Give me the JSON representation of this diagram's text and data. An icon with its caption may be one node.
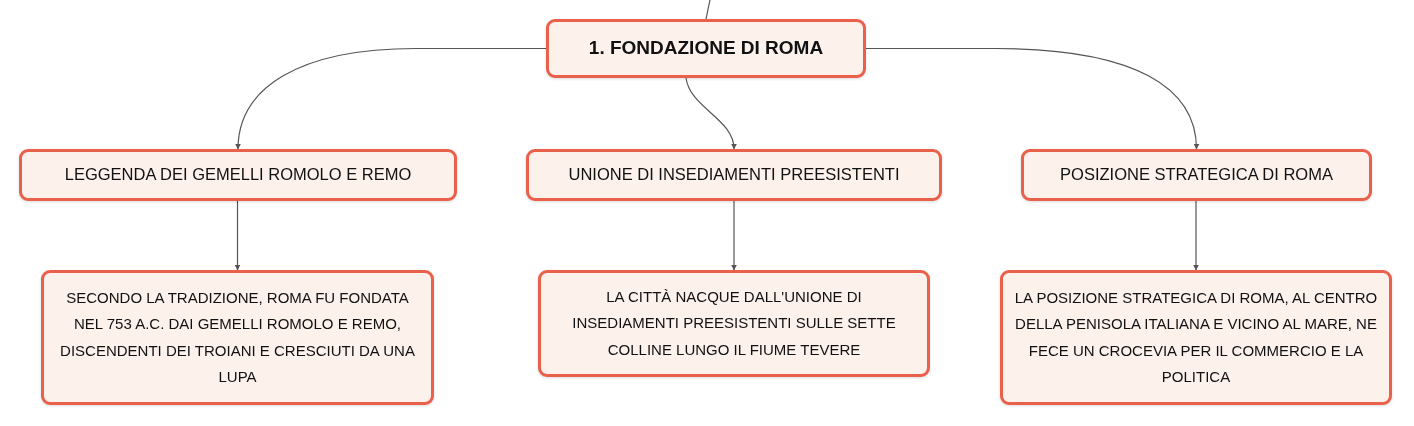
{
  "diagram": {
    "nodes": [
      {
        "text": [
          "1. FONDAZIONE DI ROMA"
        ]
      },
      {
        "text": [
          "LEGGENDA DEI GEMELLI ROMOLO E REMO"
        ]
      },
      {
        "text": [
          "UNIONE DI INSEDIAMENTI PREESISTENTI"
        ]
      },
      {
        "text": [
          "POSIZIONE STRATEGICA DI ROMA"
        ]
      },
      {
        "text": [
          "SECONDO LA TRADIZIONE, ROMA FU FONDATA NEL 753 A.C. DAI GEMELLI ROMOLO E REMO, DISCENDENTI DEI TROIANI E CRESCIUTI DA UNA LUPA"
        ]
      },
      {
        "text": [
          "LA CITTÀ NACQUE DALL'UNIONE DI INSEDIAMENTI PREESISTENTI SULLE SETTE COLLINE LUNGO IL FIUME TEVERE"
        ]
      },
      {
        "text": [
          "LA POSIZIONE STRATEGICA DI ROMA, AL CENTRO DELLA PENISOLA ITALIANA E VICINO AL MARE, NE FECE UN CROCEVIA PER IL COMMERCIO E LA POLITICA"
        ]
      }
    ],
    "edges": [
      {
        "from": null,
        "to": 0,
        "arrow": "none"
      },
      {
        "from": 0,
        "to": 1,
        "arrow": "to"
      },
      {
        "from": 0,
        "to": 2,
        "arrow": "to"
      },
      {
        "from": 0,
        "to": 3,
        "arrow": "to"
      },
      {
        "from": 1,
        "to": 4,
        "arrow": "to"
      },
      {
        "from": 2,
        "to": 5,
        "arrow": "to"
      },
      {
        "from": 3,
        "to": 6,
        "arrow": "to"
      }
    ]
  }
}
